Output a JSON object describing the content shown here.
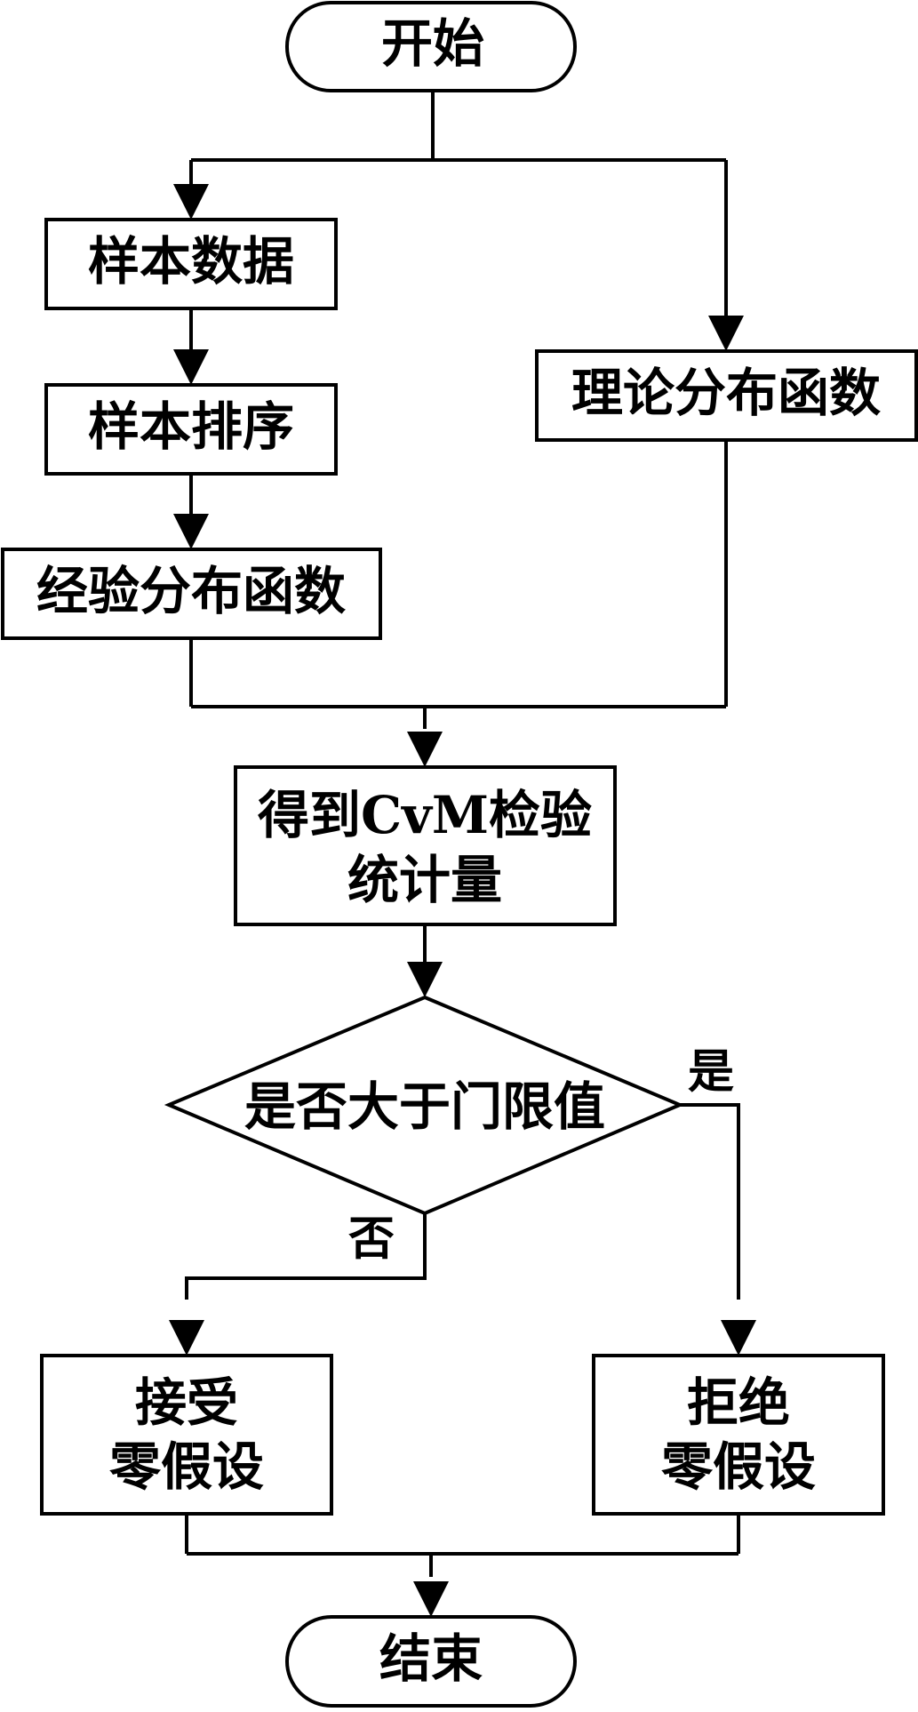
{
  "nodes": {
    "start": "开始",
    "sample_data": "样本数据",
    "sample_sort": "样本排序",
    "empirical_cdf": "经验分布函数",
    "theoretical_cdf": "理论分布函数",
    "cvm_statistic": [
      "得到CvM检验",
      "统计量"
    ],
    "decision": "是否大于门限值",
    "accept": [
      "接受",
      "零假设"
    ],
    "reject": [
      "拒绝",
      "零假设"
    ],
    "end": "结束"
  },
  "branches": {
    "yes": "是",
    "no": "否"
  }
}
